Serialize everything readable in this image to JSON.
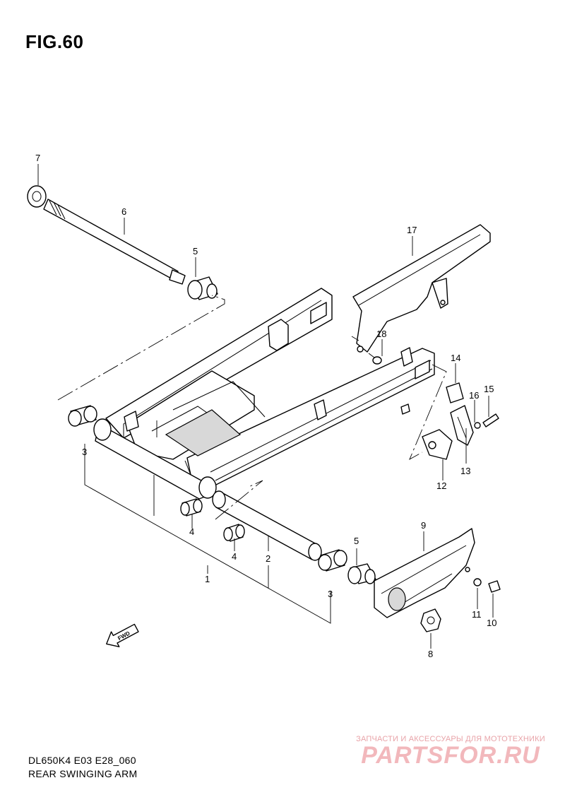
{
  "figure": {
    "title": "FIG.60"
  },
  "footer": {
    "model_code": "DL650K4 E03 E28_060",
    "section_name": "REAR SWINGING ARM"
  },
  "watermark": {
    "tagline": "ЗАПЧАСТИ И АКСЕССУАРЫ ДЛЯ МОТОТЕХНИКИ",
    "logo_text": "PARTSFOR.RU"
  },
  "direction_marker": {
    "label": "FWD"
  },
  "callouts": [
    {
      "id": "c7",
      "text": "7"
    },
    {
      "id": "c6",
      "text": "6"
    },
    {
      "id": "c5a",
      "text": "5"
    },
    {
      "id": "c17",
      "text": "17"
    },
    {
      "id": "c18",
      "text": "18"
    },
    {
      "id": "c14",
      "text": "14"
    },
    {
      "id": "c16",
      "text": "16"
    },
    {
      "id": "c15",
      "text": "15"
    },
    {
      "id": "c13",
      "text": "13"
    },
    {
      "id": "c12",
      "text": "12"
    },
    {
      "id": "c3a",
      "text": "3"
    },
    {
      "id": "c4a",
      "text": "4"
    },
    {
      "id": "c4b",
      "text": "4"
    },
    {
      "id": "c2",
      "text": "2"
    },
    {
      "id": "c1",
      "text": "1"
    },
    {
      "id": "c3b",
      "text": "3"
    },
    {
      "id": "c5b",
      "text": "5"
    },
    {
      "id": "c9",
      "text": "9"
    },
    {
      "id": "c11",
      "text": "11"
    },
    {
      "id": "c10",
      "text": "10"
    },
    {
      "id": "c8",
      "text": "8"
    }
  ]
}
